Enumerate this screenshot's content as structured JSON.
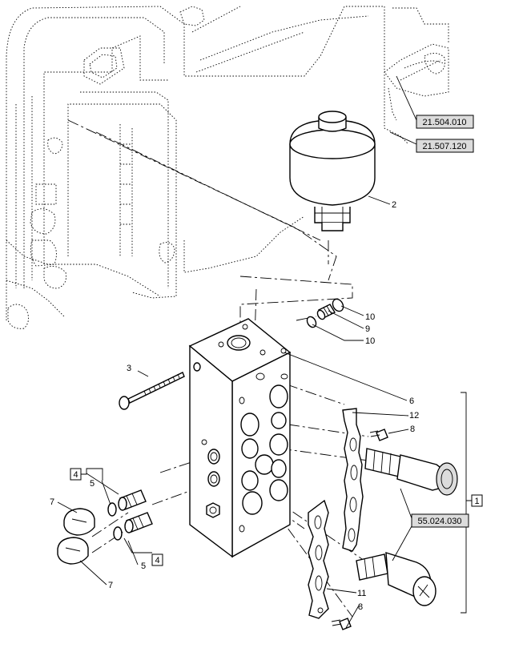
{
  "references": {
    "ref_1": "21.504.010",
    "ref_2": "21.507.120",
    "ref_3": "55.024.030"
  },
  "callouts": {
    "c2": "2",
    "c3": "3",
    "c4a": "4",
    "c4b": "4",
    "c5a": "5",
    "c5b": "5",
    "c6": "6",
    "c7a": "7",
    "c7b": "7",
    "c8a": "8",
    "c8b": "8",
    "c9": "9",
    "c10a": "10",
    "c10b": "10",
    "c11": "11",
    "c12": "12",
    "c1": "1"
  }
}
